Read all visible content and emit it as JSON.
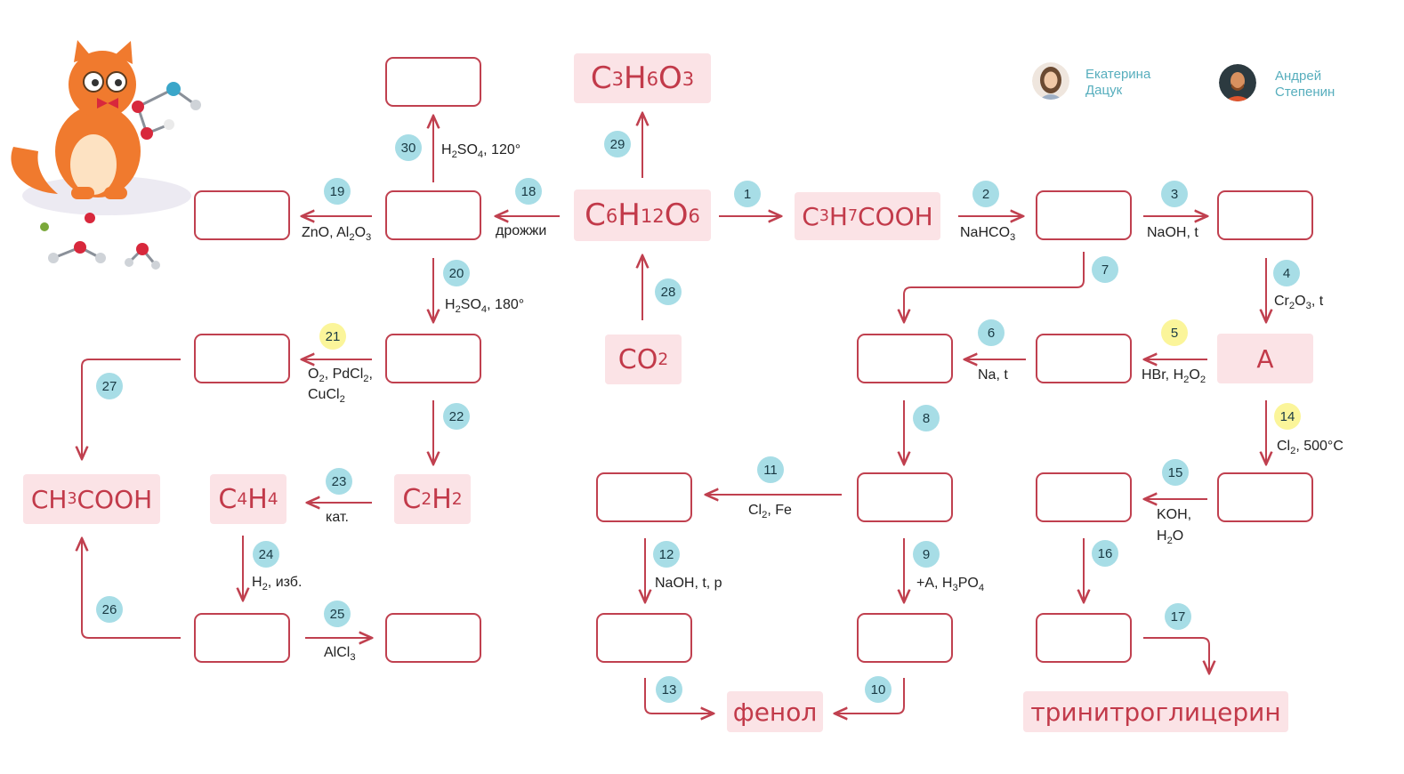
{
  "compounds": {
    "glucose": "C6H12O6",
    "lactic": "C3H6O3",
    "butyric": "C3H7COOH",
    "co2": "CO2",
    "a": "A",
    "acetic": "CH3COOH",
    "c4h4": "C4H4",
    "c2h2": "C2H2",
    "phenol": "фенол",
    "trinitro": "тринитроглицерин"
  },
  "steps": {
    "s1": "1",
    "s2": "2",
    "s3": "3",
    "s4": "4",
    "s5": "5",
    "s6": "6",
    "s7": "7",
    "s8": "8",
    "s9": "9",
    "s10": "10",
    "s11": "11",
    "s12": "12",
    "s13": "13",
    "s14": "14",
    "s15": "15",
    "s16": "16",
    "s17": "17",
    "s18": "18",
    "s19": "19",
    "s20": "20",
    "s21": "21",
    "s22": "22",
    "s23": "23",
    "s24": "24",
    "s25": "25",
    "s26": "26",
    "s27": "27",
    "s28": "28",
    "s29": "29",
    "s30": "30"
  },
  "conditions": {
    "c2": "NaHCO3",
    "c3": "NaOH, t",
    "c4": "Cr2O3, t",
    "c5": "HBr, H2O2",
    "c6": "Na, t",
    "c9": "+A, H3PO4",
    "c11": "Cl2, Fe",
    "c12": "NaOH, t, p",
    "c14": "Cl2, 500°C",
    "c15a": "KOH,",
    "c15b": "H2O",
    "c18": "дрожжи",
    "c19": "ZnO, Al2O3",
    "c20": "H2SO4, 180°",
    "c21a": "O2, PdCl2,",
    "c21b": "CuCl2",
    "c23": "кат.",
    "c24": "H2, изб.",
    "c25": "AlCl3",
    "c30": "H2SO4, 120°"
  },
  "authors": {
    "a1_line1": "Екатерина",
    "a1_line2": "Дацук",
    "a2_line1": "Андрей",
    "a2_line2": "Степенин"
  },
  "colors": {
    "accent": "#c0404f",
    "chem_bg": "#fbe3e6",
    "step_blue": "#a7dde6",
    "step_yellow": "#fbf59a",
    "author_text": "#57aebd"
  }
}
